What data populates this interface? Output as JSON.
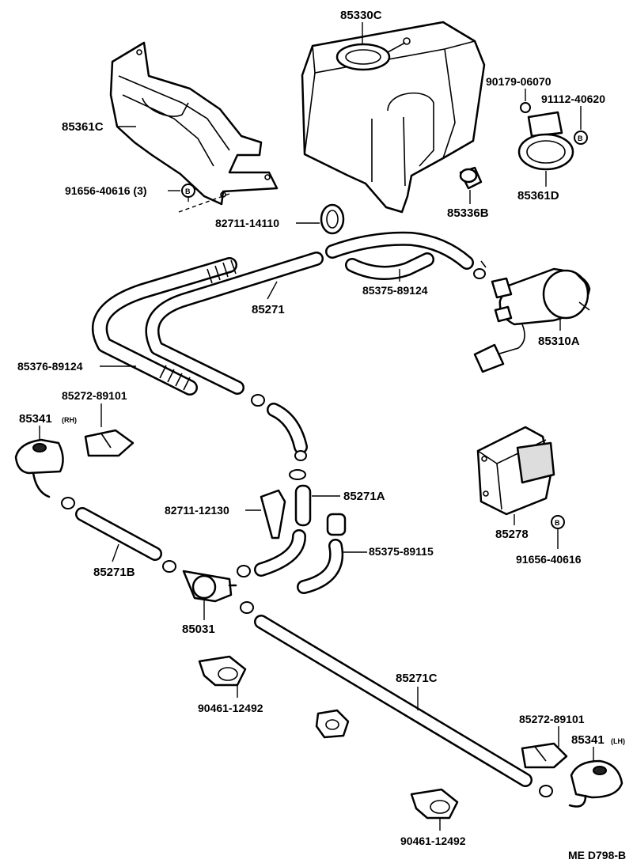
{
  "diagram": {
    "reference_code": "ME D798-B",
    "symbol_b": "B",
    "labels": {
      "tank": "85330C",
      "bracket_tank": "85361C",
      "bolt_3": "91656-40616 (3)",
      "grommet": "82711-14110",
      "nut_upper": "90179-06070",
      "bolt_upper": "91112-40620",
      "motor_bracket": "85361D",
      "tank_plug": "85336B",
      "hose_upper_right": "85375-89124",
      "hose_main": "85271",
      "pump_motor": "85310A",
      "hose_left_long": "85376-89124",
      "clamp_left": "85272-89101",
      "nozzle_rh": "85341",
      "nozzle_rh_side": "(RH)",
      "grommet_mid": "82711-12130",
      "hose_a": "85271A",
      "hose_bent": "85375-89115",
      "relay": "85278",
      "bolt_relay": "91656-40616",
      "hose_b": "85271B",
      "joint": "85031",
      "hose_c": "85271C",
      "clip_1": "90461-12492",
      "clamp_right": "85272-89101",
      "nozzle_lh": "85341",
      "nozzle_lh_side": "(LH)",
      "clip_2": "90461-12492"
    }
  }
}
